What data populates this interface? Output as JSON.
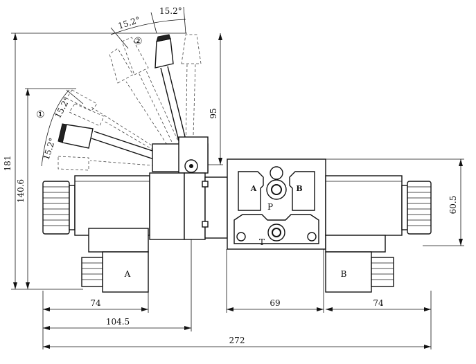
{
  "dimensions": {
    "total_height": "181",
    "axis_height": "140.6",
    "lever_height": "95",
    "coil_height": "60.5",
    "coil_a_width": "74",
    "coil_b_width": "74",
    "body_width": "69",
    "left_width": "104.5",
    "total_width": "272"
  },
  "angles": {
    "a1": "15.2°",
    "a2": "15.2°",
    "a3": "15.2°",
    "a4": "15.2°"
  },
  "positions": {
    "pos1": "①",
    "pos2": "②"
  },
  "ports": {
    "a": "A",
    "b": "B",
    "p": "P",
    "t": "T"
  },
  "coils": {
    "a": "A",
    "b": "B"
  }
}
